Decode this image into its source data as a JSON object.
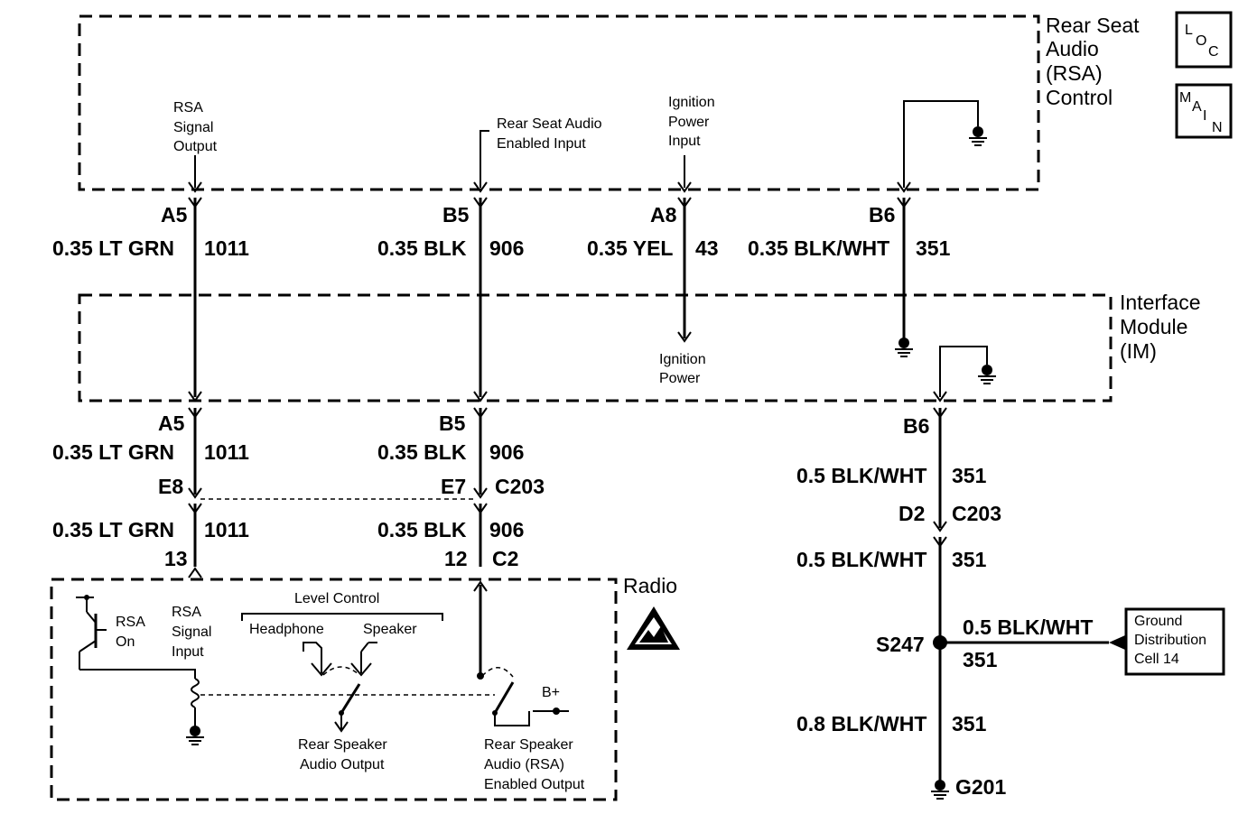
{
  "modules": {
    "rsa": {
      "title_lines": [
        "Rear Seat",
        "Audio",
        "(RSA)",
        "Control"
      ]
    },
    "im": {
      "title_lines": [
        "Interface",
        "Module",
        "(IM)"
      ]
    },
    "radio": {
      "title": "Radio"
    }
  },
  "badges": {
    "loc": {
      "letters": [
        "L",
        "O",
        "C"
      ]
    },
    "main": {
      "letters": [
        "M",
        "A",
        "I",
        "N"
      ]
    }
  },
  "rsa_inputs": {
    "signal_output": [
      "RSA",
      "Signal",
      "Output"
    ],
    "enabled_input": [
      "Rear Seat Audio",
      "Enabled Input"
    ],
    "ign_power_input": [
      "Ignition",
      "Power",
      "Input"
    ]
  },
  "im_labels": {
    "ign_power": [
      "Ignition",
      "Power"
    ]
  },
  "circuits_top": [
    {
      "pin": "A5",
      "wire": "0.35 LT GRN",
      "circuit": "1011"
    },
    {
      "pin": "B5",
      "wire": "0.35 BLK",
      "circuit": "906"
    },
    {
      "pin": "A8",
      "wire": "0.35 YEL",
      "circuit": "43"
    },
    {
      "pin": "B6",
      "wire": "0.35 BLK/WHT",
      "circuit": "351"
    }
  ],
  "circuits_mid": [
    {
      "pin": "A5",
      "wire": "0.35 LT GRN",
      "circuit": "1011",
      "conn_pin": "E8"
    },
    {
      "pin": "B5",
      "wire": "0.35 BLK",
      "circuit": "906",
      "conn_pin": "E7",
      "connector": "C203"
    }
  ],
  "circuits_low": [
    {
      "wire": "0.35 LT GRN",
      "circuit": "1011",
      "radio_pin": "13"
    },
    {
      "wire": "0.35 BLK",
      "circuit": "906",
      "radio_pin": "12",
      "radio_conn": "C2"
    }
  ],
  "ground_path": {
    "im_pin": "B6",
    "seg1": {
      "wire": "0.5 BLK/WHT",
      "circuit": "351"
    },
    "conn": {
      "pin": "D2",
      "name": "C203"
    },
    "seg2": {
      "wire": "0.5 BLK/WHT",
      "circuit": "351"
    },
    "splice": "S247",
    "branch": {
      "wire": "0.5 BLK/WHT",
      "circuit": "351"
    },
    "seg3": {
      "wire": "0.8 BLK/WHT",
      "circuit": "351"
    },
    "ground": "G201"
  },
  "ground_distribution": [
    "Ground",
    "Distribution",
    "Cell 14"
  ],
  "radio": {
    "rsa_on": [
      "RSA",
      "On"
    ],
    "signal_input": [
      "RSA",
      "Signal",
      "Input"
    ],
    "level_control": "Level Control",
    "headphone": "Headphone",
    "speaker": "Speaker",
    "rear_speaker_output": [
      "Rear Speaker",
      "Audio Output"
    ],
    "rsa_enabled_output": [
      "Rear Speaker",
      "Audio (RSA)",
      "Enabled Output"
    ],
    "b_plus": "B+"
  }
}
